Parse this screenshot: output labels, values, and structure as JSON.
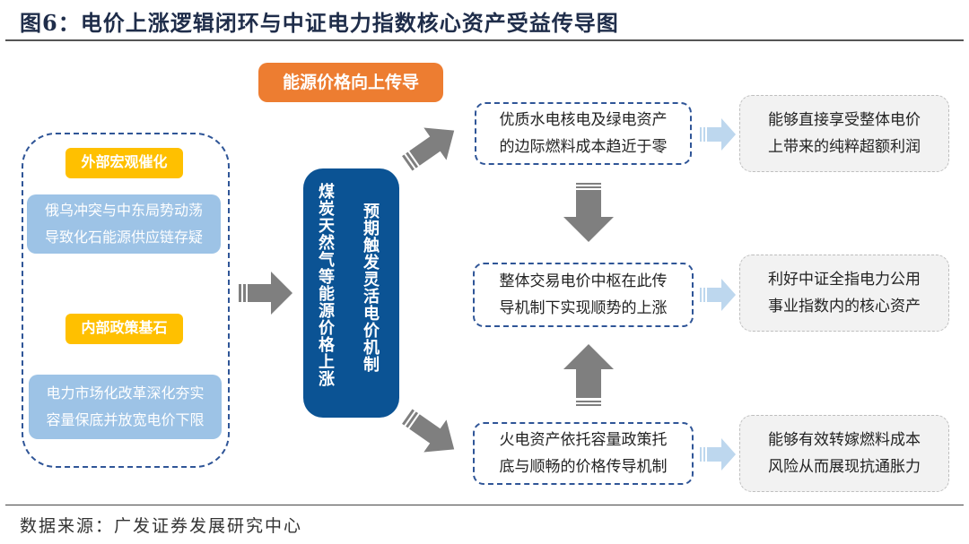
{
  "title": "图6：电价上涨逻辑闭环与中证电力指数核心资产受益传导图",
  "source": "数据来源：广发证券发展研究中心",
  "colors": {
    "navy": "#0b5394",
    "orange": "#ed7d31",
    "yellow": "#ffc000",
    "light_blue": "#9dc3e6",
    "arrow_gray": "#7f7f7f",
    "arrow_light_blue": "#bdd7ee",
    "dashed_border": "#2f5597"
  },
  "left_panel": {
    "external": {
      "tag": "外部宏观催化",
      "lines": [
        "俄乌冲突与中东局势动荡",
        "导致化石能源供应链存疑"
      ]
    },
    "internal": {
      "tag": "内部政策基石",
      "lines": [
        "电力市场化改革深化夯实",
        "容量保底并放宽电价下限"
      ]
    }
  },
  "header_tag": "能源价格向上传导",
  "center_box": {
    "col1": "煤炭天然气等能源价格上涨",
    "col2": "预期触发灵活电价机制"
  },
  "middle": [
    {
      "lines": [
        "优质水电核电及绿电资产",
        "的边际燃料成本趋近于零"
      ]
    },
    {
      "lines": [
        "整体交易电价中枢在此传",
        "导机制下实现顺势的上涨"
      ]
    },
    {
      "lines": [
        "火电资产依托容量政策托",
        "底与顺畅的价格传导机制"
      ]
    }
  ],
  "results": [
    {
      "lines": [
        "能够直接享受整体电价",
        "上带来的纯粹超额利润"
      ]
    },
    {
      "lines": [
        "利好中证全指电力公用",
        "事业指数内的核心资产"
      ]
    },
    {
      "lines": [
        "能够有效转嫁燃料成本",
        "风险从而展现抗通胀力"
      ]
    }
  ],
  "icons": {
    "arrow_right_gray": "block-arrow-right",
    "arrow_up_right_gray": "block-arrow-up-right",
    "arrow_down_right_gray": "block-arrow-down-right",
    "arrow_down_gray": "block-arrow-down",
    "arrow_up_gray": "block-arrow-up",
    "arrow_right_light": "block-arrow-right-light"
  }
}
